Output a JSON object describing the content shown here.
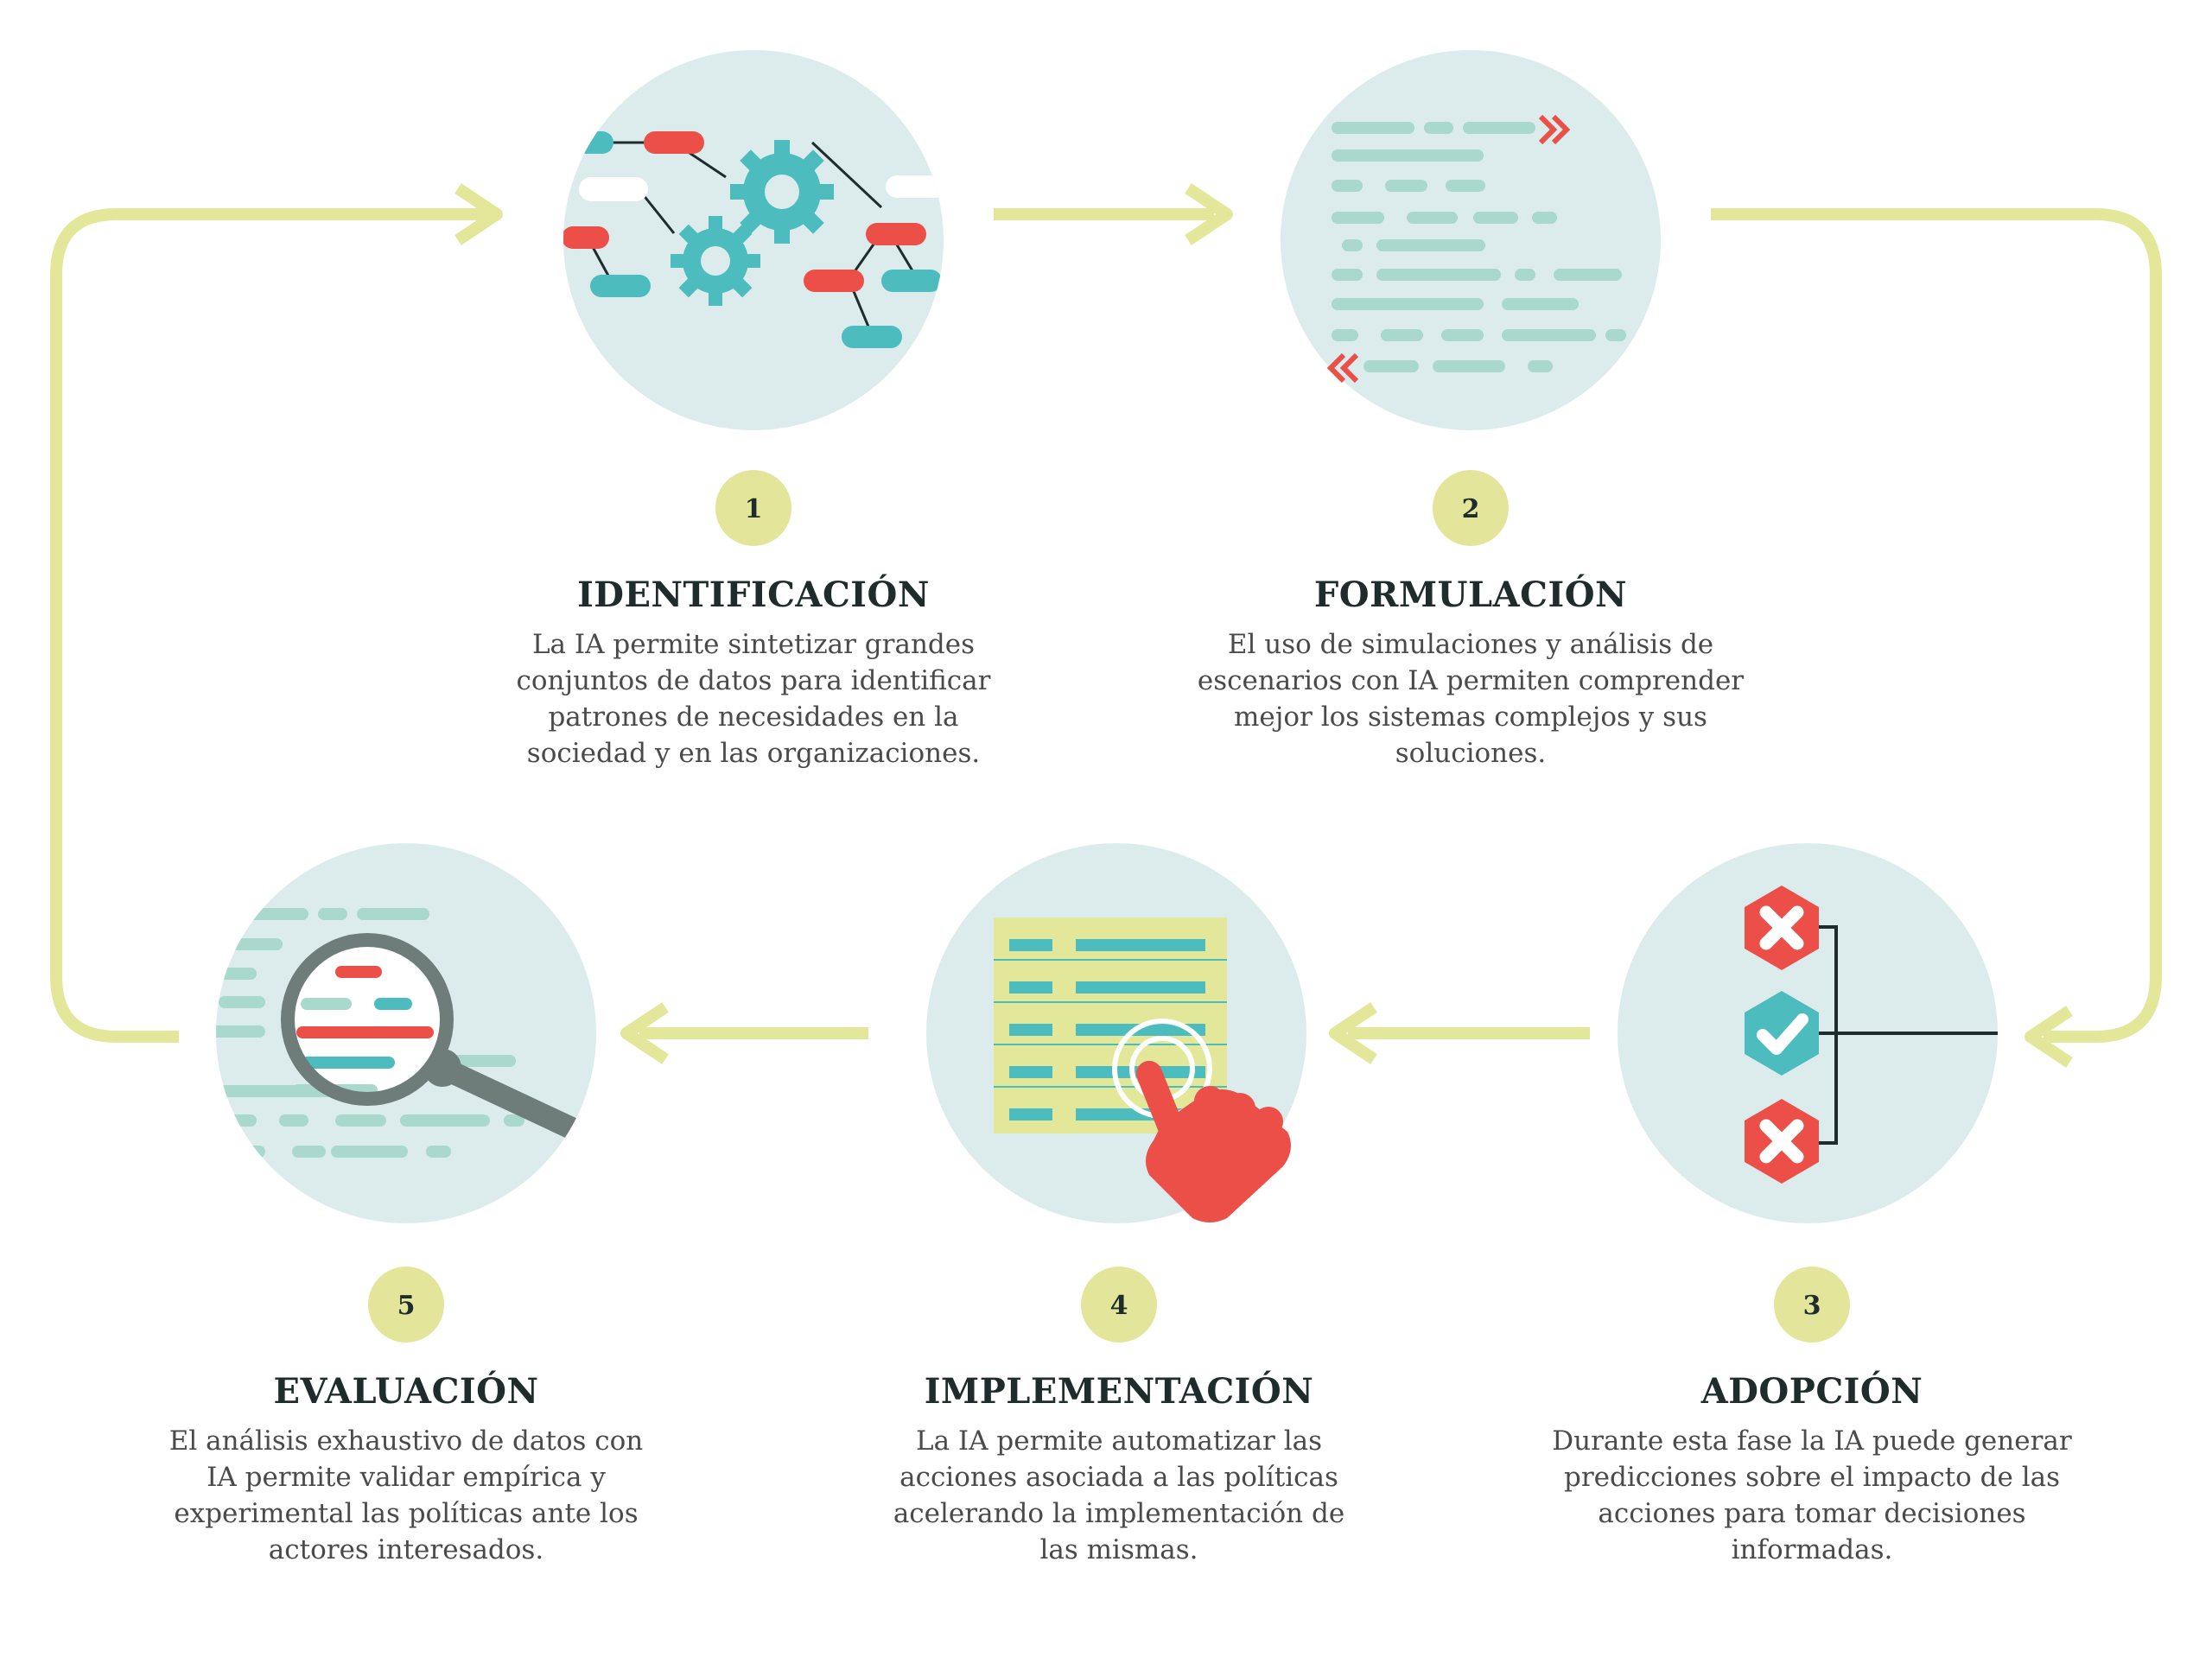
{
  "colors": {
    "flow_arrow": "#e2e79a",
    "circle_bg": "#dcecec",
    "badge_bg": "#e3e69a",
    "teal": "#4cbcbf",
    "red": "#ec4f48",
    "light_teal": "#a9d8cd",
    "yellow_panel": "#e2e79a",
    "gray_lens": "#6e7c7a",
    "dark_text": "#1e2d2b",
    "body_text": "#4a4a4a"
  },
  "stages": [
    {
      "number": "1",
      "title": "IDENTIFICACIÓN",
      "icon": "network-gears-icon",
      "description": [
        "La IA permite sintetizar grandes",
        "conjuntos de datos para identificar",
        "patrones de necesidades en la",
        "sociedad y en las organizaciones."
      ]
    },
    {
      "number": "2",
      "title": "FORMULACIÓN",
      "icon": "code-lines-icon",
      "description": [
        "El uso de simulaciones y análisis de",
        "escenarios con IA permiten comprender",
        "mejor los sistemas complejos y sus",
        "soluciones."
      ]
    },
    {
      "number": "3",
      "title": "ADOPCIÓN",
      "icon": "decision-tree-icon",
      "description": [
        "Durante esta fase la IA puede generar",
        "predicciones sobre el impacto de las",
        "acciones para tomar decisiones",
        "informadas."
      ]
    },
    {
      "number": "4",
      "title": "IMPLEMENTACIÓN",
      "icon": "touch-table-icon",
      "description": [
        "La IA permite automatizar las",
        "acciones asociada a las políticas",
        "acelerando la implementación de",
        "las mismas."
      ]
    },
    {
      "number": "5",
      "title": "EVALUACIÓN",
      "icon": "magnifier-icon",
      "description": [
        "El análisis exhaustivo de datos con",
        "IA permite validar  empírica y",
        "experimental las políticas ante los",
        "actores interesados."
      ]
    }
  ]
}
